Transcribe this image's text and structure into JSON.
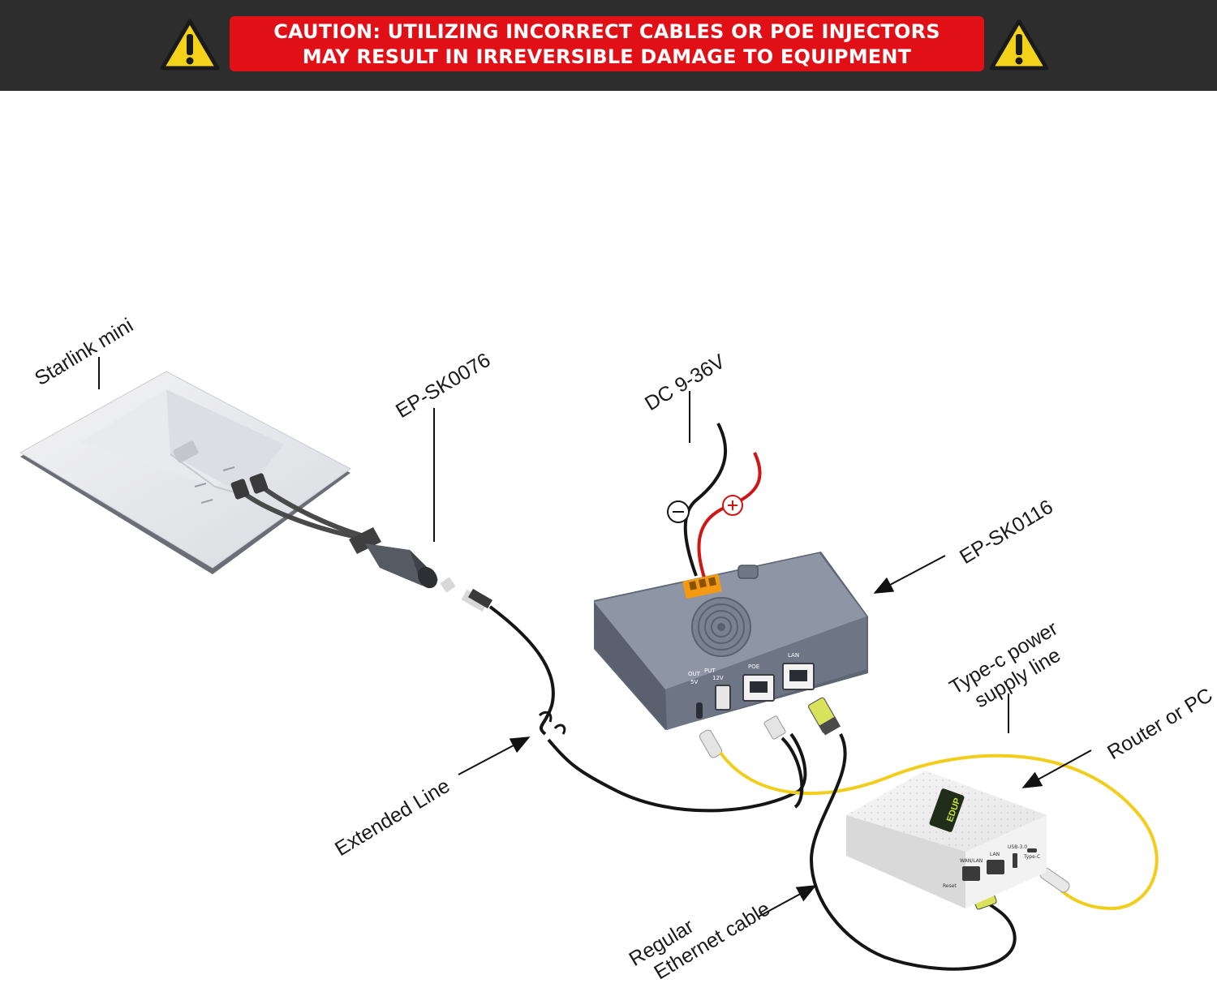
{
  "banner": {
    "line1": "CAUTION: UTILIZING INCORRECT CABLES OR POE INJECTORS",
    "line2": "MAY RESULT IN IRREVERSIBLE DAMAGE TO EQUIPMENT",
    "background": "#2d2d2d",
    "box_color": "#e10f16",
    "icon": "warning-triangle-icon",
    "icon_color": "#f5d21a"
  },
  "labels": {
    "starlink": "Starlink mini",
    "adapter": "EP-SK0076",
    "dc": "DC 9-36V",
    "injector": "EP-SK0116",
    "typec_line1": "Type-c power",
    "typec_line2": "supply line",
    "router": "Router or PC",
    "extended": "Extended Line",
    "ethernet_line1": "Regular",
    "ethernet_line2": "Ethernet cable"
  },
  "device_text": {
    "out": "OUT",
    "put": "PUT",
    "v5": "5V",
    "v12": "12V",
    "poe": "POE",
    "lan": "LAN",
    "router_wanlan": "WAN/LAN",
    "router_lan": "LAN",
    "router_usb": "USB-3.0",
    "router_typec": "Type-C",
    "router_reset": "Reset",
    "router_logo": "EDUP"
  },
  "colors": {
    "yellow_cable": "#f2cd1b",
    "black_cable": "#151515",
    "red_wire": "#d01515",
    "device_gray": "#7d8596",
    "terminal_orange": "#f39a12"
  }
}
